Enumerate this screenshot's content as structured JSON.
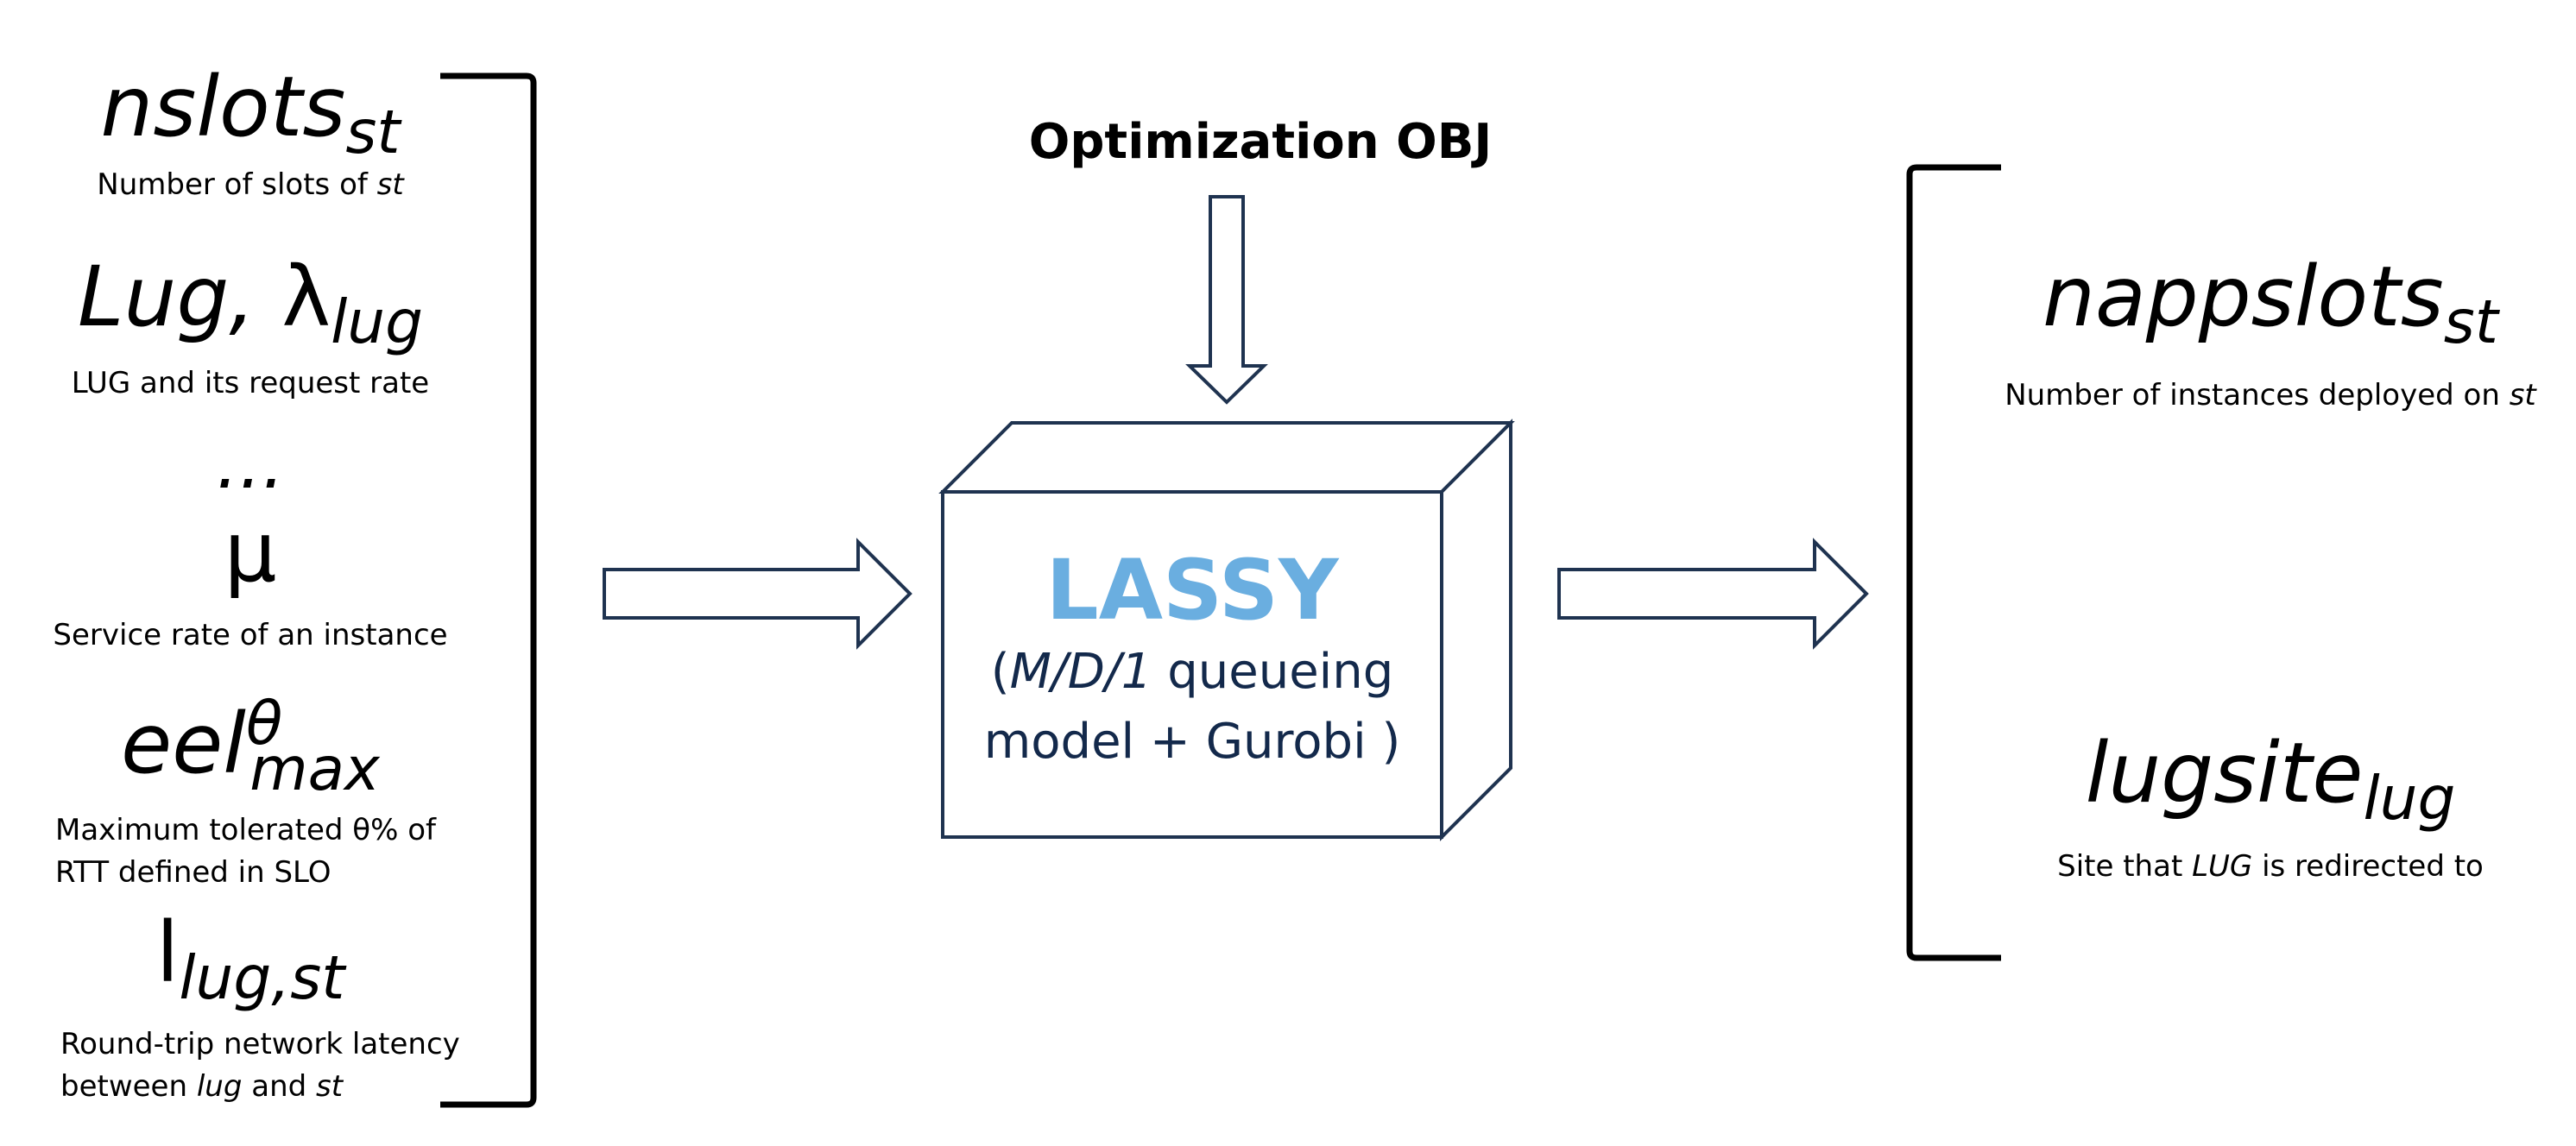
{
  "objective": {
    "label": "Optimization OBJ"
  },
  "solver": {
    "name": "LASSY",
    "line1_open": "(",
    "line1_model": "M/D/1",
    "line1_rest": " queueing",
    "line2": "model  +  Gurobi )"
  },
  "inputs": [
    {
      "base": "nslots",
      "sub": "st",
      "desc": "Number of slots of ",
      "desc_em": "st"
    },
    {
      "base": "Lug, ",
      "greek": "λ",
      "sub": "lug",
      "desc": "LUG and its request rate"
    },
    {
      "ellipsis": "…"
    },
    {
      "greek": "μ",
      "desc": "Service rate of an instance"
    },
    {
      "base": "eel",
      "sup": "θ",
      "sub": "max",
      "desc_line1": "Maximum tolerated θ% of",
      "desc_line2": "RTT defined in SLO"
    },
    {
      "greek": "l",
      "sub": "lug,st",
      "desc_line1": "Round-trip network latency",
      "desc_line2_pre": "between ",
      "desc_line2_em1": "lug",
      "desc_line2_mid": " and ",
      "desc_line2_em2": "st"
    }
  ],
  "outputs": [
    {
      "base": "nappslots",
      "sub": "st",
      "desc": "Number of instances deployed on ",
      "desc_em": "st"
    },
    {
      "base": "lugsite",
      "sub": "lug",
      "desc_pre": "Site that ",
      "desc_em": "LUG",
      "desc_post": " is redirected to"
    }
  ],
  "colors": {
    "stroke": "#1f3350",
    "lassy": "#6aaee0",
    "solver_text": "#13294b"
  }
}
